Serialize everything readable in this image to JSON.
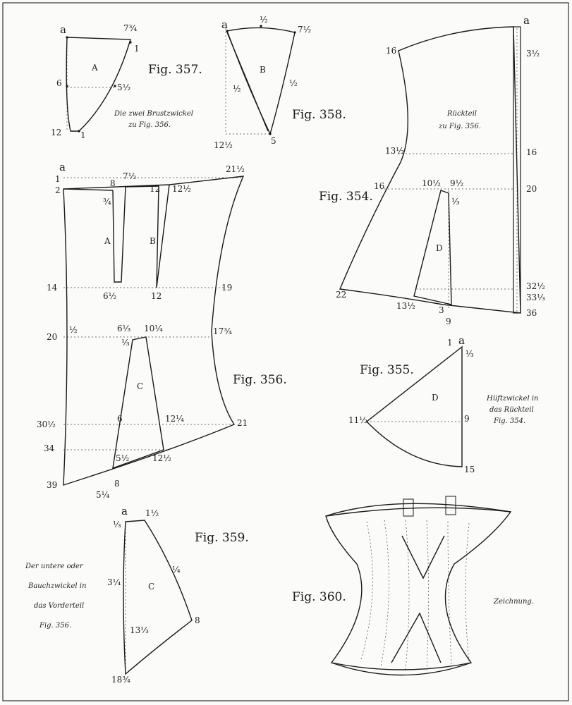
{
  "fig357": {
    "title": "Fig. 357.",
    "piece": "A",
    "labels": {
      "a": "a",
      "top": "7¾",
      "one": "1",
      "six": "6",
      "five_half": "5½",
      "twelve": "12",
      "one_b": "1"
    },
    "note": [
      "Die zwei Brustzwickel",
      "zu Fig. 356."
    ]
  },
  "fig358": {
    "title": "Fig. 358.",
    "piece": "B",
    "labels": {
      "a": "a",
      "top_mid": "½",
      "top": "7½",
      "left_half": "½",
      "right_half": "½",
      "bottom_left": "12½",
      "five": "5"
    }
  },
  "fig354": {
    "title": "Fig. 354.",
    "piece": "D",
    "note": [
      "Rückteil",
      "zu Fig. 356."
    ],
    "labels": {
      "a": "a",
      "r_3half": "3½",
      "sixteen_top": "16",
      "thirteen_half": "13½",
      "sixteen_r": "16",
      "sixteen_l": "16",
      "twenty": "20",
      "ten_half": "10½",
      "nine_half": "9½",
      "third": "⅓",
      "r_32": "32½",
      "r_33": "33⅓",
      "r_36": "36",
      "twentytwo": "22",
      "thirteen_b": "13½",
      "nine": "9",
      "three": "3"
    }
  },
  "fig356": {
    "title": "Fig. 356.",
    "pieces": [
      "A",
      "B",
      "C"
    ],
    "labels": {
      "a": "a",
      "one": "1",
      "two": "2",
      "eight": "8",
      "seven_half": "7½",
      "twelve_top": "12",
      "twelve_half_top": "12½",
      "twentyone_half": "21½",
      "three_q": "¾",
      "fourteen": "14",
      "six_half": "6½",
      "twelve_mid": "12",
      "nineteen": "19",
      "twenty": "20",
      "half": "½",
      "six_third": "6⅓",
      "ten_q": "10¼",
      "seventeen": "17¾",
      "third": "⅓",
      "thirty_half": "30½",
      "six": "6",
      "twelve_q": "12¼",
      "twentyone": "21",
      "thirtyfour": "34",
      "five_half": "5½",
      "twelve_half": "12½",
      "thirtynine": "39",
      "five_q": "5¼",
      "eight_b": "8"
    }
  },
  "fig355": {
    "title": "Fig. 355.",
    "piece": "D",
    "labels": {
      "a": "a",
      "one": "1",
      "third": "⅓",
      "eleven_half": "11½",
      "nine": "9",
      "fifteen": "15"
    },
    "note": [
      "Hüftzwickel in",
      "das Rückteil",
      "Fig. 354."
    ]
  },
  "fig359": {
    "title": "Fig. 359.",
    "piece": "C",
    "labels": {
      "a": "a",
      "one_half": "1½",
      "third": "⅓",
      "q": "¼",
      "three_q": "3¼",
      "thirteen": "13⅓",
      "eight": "8",
      "eighteen": "18¾"
    },
    "note": [
      "Der untere oder",
      "Bauchzwickel in",
      "das Vorderteil",
      "Fig. 356."
    ]
  },
  "fig360": {
    "title": "Fig. 360.",
    "note": "Zeichnung."
  }
}
